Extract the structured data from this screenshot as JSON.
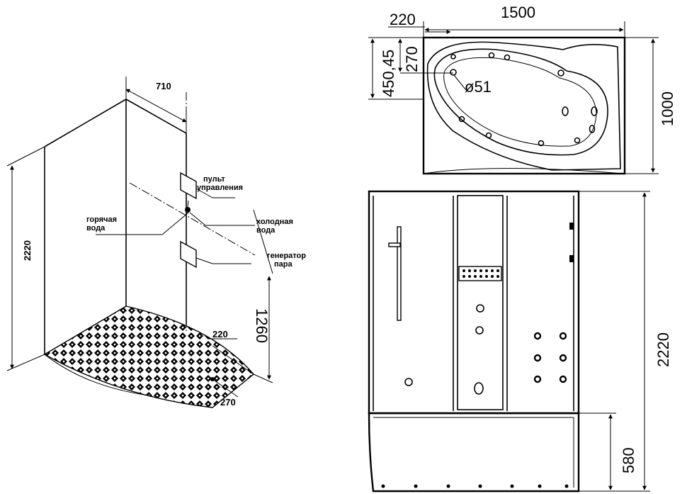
{
  "left_view": {
    "dim_width": "710",
    "dim_height": "2220",
    "dim_inner_height": "1260",
    "dim_offset_a": "220",
    "dim_offset_b": "270",
    "labels": {
      "control_panel_line1": "пульт",
      "control_panel_line2": "управления",
      "hot_water_line1": "горячая",
      "hot_water_line2": "вода",
      "cold_water_line1": "холодная",
      "cold_water_line2": "вода",
      "steam_gen_line1": "генератор",
      "steam_gen_line2": "пара"
    }
  },
  "top_view": {
    "dim_offset": "220",
    "dim_length": "1500",
    "dim_depth": "1000",
    "dim_a": "450,45",
    "dim_b": "270",
    "dim_diameter": "ø51"
  },
  "front_view": {
    "dim_height": "2220",
    "dim_base": "580"
  }
}
